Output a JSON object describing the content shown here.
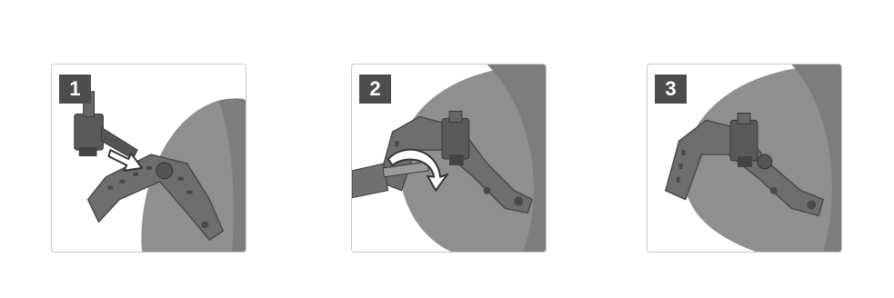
{
  "colors": {
    "helmet": "#8f8f8f",
    "helmet_shade": "#7d7d7d",
    "rail": "#6e6e6e",
    "rail_dark": "#4a4a4a",
    "badge_bg": "#4d4d4d",
    "badge_text": "#ffffff",
    "panel_border": "#c9c9c9"
  },
  "steps": [
    {
      "number": "1",
      "icon": "slide-arrow-icon"
    },
    {
      "number": "2",
      "icon": "rotate-arrow-icon"
    },
    {
      "number": "3",
      "icon": "mounted-accessory-icon"
    }
  ]
}
